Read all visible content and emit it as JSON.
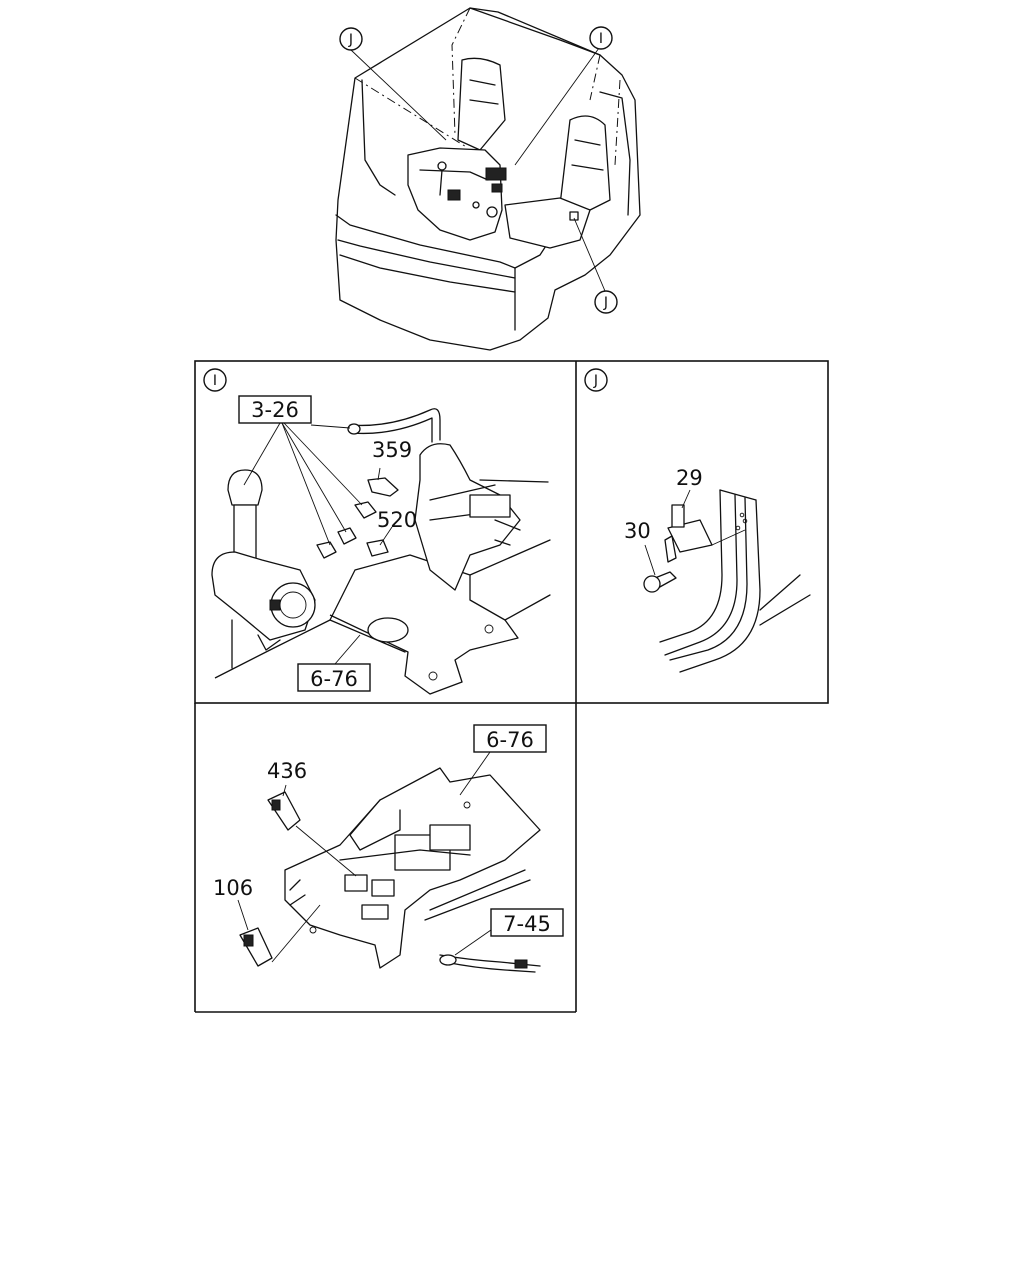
{
  "overview": {
    "callouts": [
      {
        "id": "J",
        "label": "J"
      },
      {
        "id": "I",
        "label": "I"
      },
      {
        "id": "J2",
        "label": "J"
      }
    ]
  },
  "detail_i": {
    "marker": "I",
    "refs": {
      "a": "3-26",
      "b": "6-76"
    },
    "parts": {
      "p359": "359",
      "p520": "520"
    }
  },
  "detail_j": {
    "marker": "J",
    "parts": {
      "p29": "29",
      "p30": "30"
    }
  },
  "detail_console": {
    "refs": {
      "a": "6-76",
      "b": "7-45"
    },
    "parts": {
      "p436": "436",
      "p106": "106"
    }
  }
}
